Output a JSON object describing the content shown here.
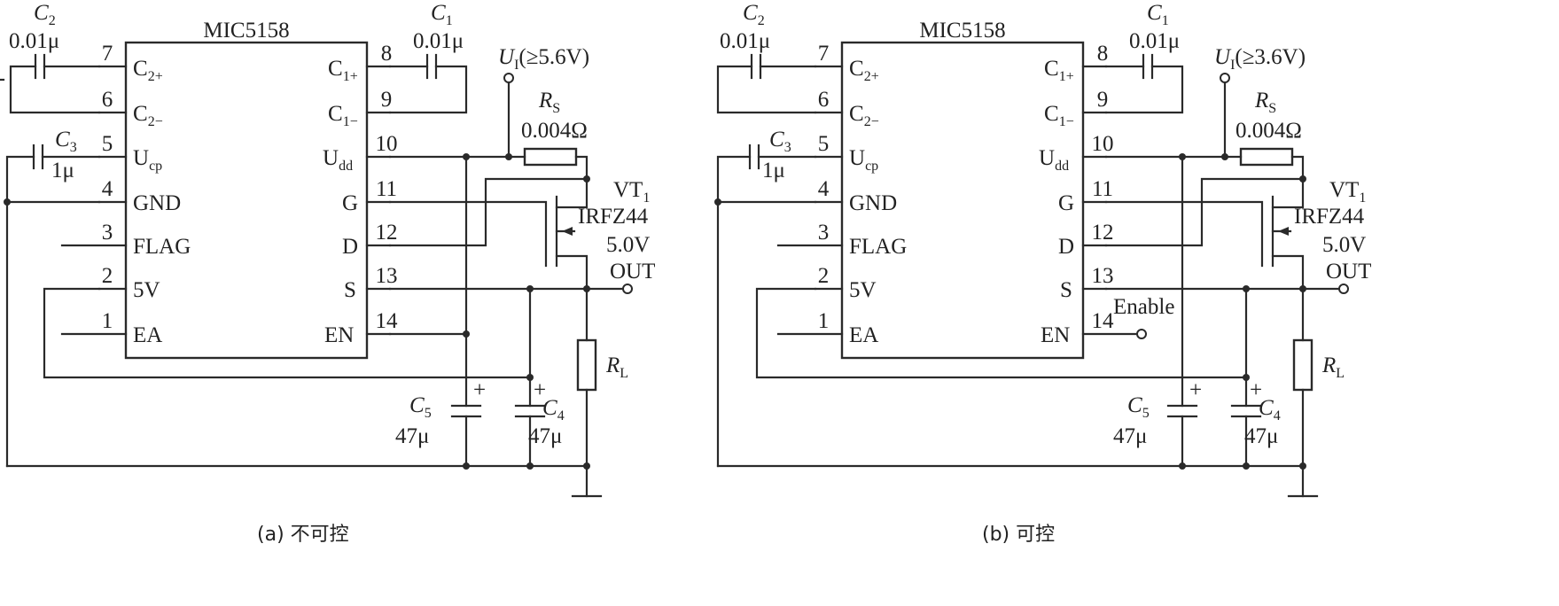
{
  "diagrams": [
    {
      "caption": "(a) 不可控",
      "ic_name": "MIC5158",
      "left_pins": [
        {
          "num": "7",
          "label": "C",
          "sub": "2+"
        },
        {
          "num": "6",
          "label": "C",
          "sub": "2−"
        },
        {
          "num": "5",
          "label": "U",
          "sub": "cp"
        },
        {
          "num": "4",
          "label": "GND",
          "sub": ""
        },
        {
          "num": "3",
          "label": "FLAG",
          "sub": ""
        },
        {
          "num": "2",
          "label": "5V",
          "sub": ""
        },
        {
          "num": "1",
          "label": "EA",
          "sub": ""
        }
      ],
      "right_pins": [
        {
          "num": "8",
          "label": "C",
          "sub": "1+"
        },
        {
          "num": "9",
          "label": "C",
          "sub": "1−"
        },
        {
          "num": "10",
          "label": "U",
          "sub": "dd"
        },
        {
          "num": "11",
          "label": "G",
          "sub": ""
        },
        {
          "num": "12",
          "label": "D",
          "sub": ""
        },
        {
          "num": "13",
          "label": "S",
          "sub": ""
        },
        {
          "num": "14",
          "label": "EN",
          "sub": ""
        }
      ],
      "c2": {
        "name": "C",
        "sub": "2",
        "value": "0.01μ"
      },
      "c1": {
        "name": "C",
        "sub": "1",
        "value": "0.01μ"
      },
      "c3": {
        "name": "C",
        "sub": "3",
        "value": "1μ"
      },
      "c5": {
        "name": "C",
        "sub": "5",
        "value": "47μ"
      },
      "c4": {
        "name": "C",
        "sub": "4",
        "value": "47μ"
      },
      "input": {
        "name": "U",
        "sub": "I",
        "rest": "(≥5.6V)"
      },
      "rs": {
        "name": "R",
        "sub": "S",
        "value": "0.004Ω"
      },
      "rl": {
        "name": "R",
        "sub": "L"
      },
      "vt": {
        "name": "VT",
        "sub": "1",
        "part": "IRFZ44"
      },
      "out": {
        "voltage": "5.0V",
        "label": "OUT"
      },
      "enable_label": ""
    },
    {
      "caption": "(b) 可控",
      "ic_name": "MIC5158",
      "left_pins": [
        {
          "num": "7",
          "label": "C",
          "sub": "2+"
        },
        {
          "num": "6",
          "label": "C",
          "sub": "2−"
        },
        {
          "num": "5",
          "label": "U",
          "sub": "cp"
        },
        {
          "num": "4",
          "label": "GND",
          "sub": ""
        },
        {
          "num": "3",
          "label": "FLAG",
          "sub": ""
        },
        {
          "num": "2",
          "label": "5V",
          "sub": ""
        },
        {
          "num": "1",
          "label": "EA",
          "sub": ""
        }
      ],
      "right_pins": [
        {
          "num": "8",
          "label": "C",
          "sub": "1+"
        },
        {
          "num": "9",
          "label": "C",
          "sub": "1−"
        },
        {
          "num": "10",
          "label": "U",
          "sub": "dd"
        },
        {
          "num": "11",
          "label": "G",
          "sub": ""
        },
        {
          "num": "12",
          "label": "D",
          "sub": ""
        },
        {
          "num": "13",
          "label": "S",
          "sub": ""
        },
        {
          "num": "14",
          "label": "EN",
          "sub": ""
        }
      ],
      "c2": {
        "name": "C",
        "sub": "2",
        "value": "0.01μ"
      },
      "c1": {
        "name": "C",
        "sub": "1",
        "value": "0.01μ"
      },
      "c3": {
        "name": "C",
        "sub": "3",
        "value": "1μ"
      },
      "c5": {
        "name": "C",
        "sub": "5",
        "value": "47μ"
      },
      "c4": {
        "name": "C",
        "sub": "4",
        "value": "47μ"
      },
      "input": {
        "name": "U",
        "sub": "I",
        "rest": "(≥3.6V)"
      },
      "rs": {
        "name": "R",
        "sub": "S",
        "value": "0.004Ω"
      },
      "rl": {
        "name": "R",
        "sub": "L"
      },
      "vt": {
        "name": "VT",
        "sub": "1",
        "part": "IRFZ44"
      },
      "out": {
        "voltage": "5.0V",
        "label": "OUT"
      },
      "enable_label": "Enable"
    }
  ]
}
